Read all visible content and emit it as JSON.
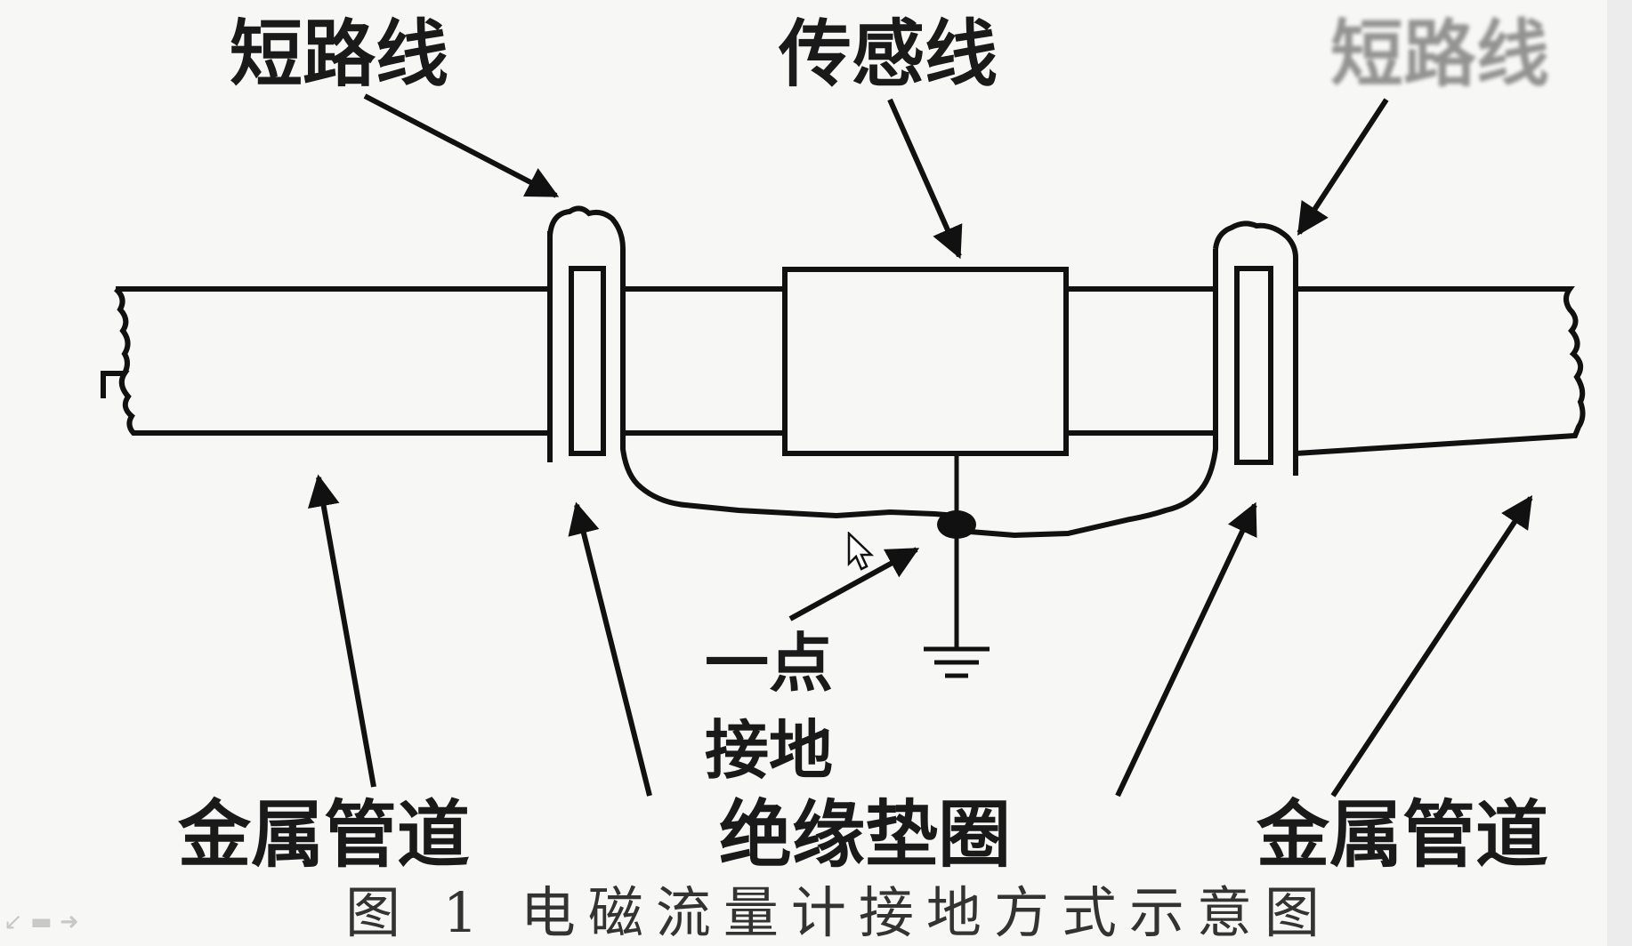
{
  "diagram": {
    "labels": {
      "short_wire_left": "短路线",
      "sensor_wire": "传感线",
      "short_wire_right": "短路线",
      "one_point": "一点",
      "ground": "接地",
      "metal_pipe_left": "金属管道",
      "insulation_gasket": "绝缘垫圈",
      "metal_pipe_right": "金属管道"
    },
    "caption": "图 1  电磁流量计接地方式示意图"
  },
  "colors": {
    "line": "#111111",
    "background": "#f7f7f5"
  }
}
